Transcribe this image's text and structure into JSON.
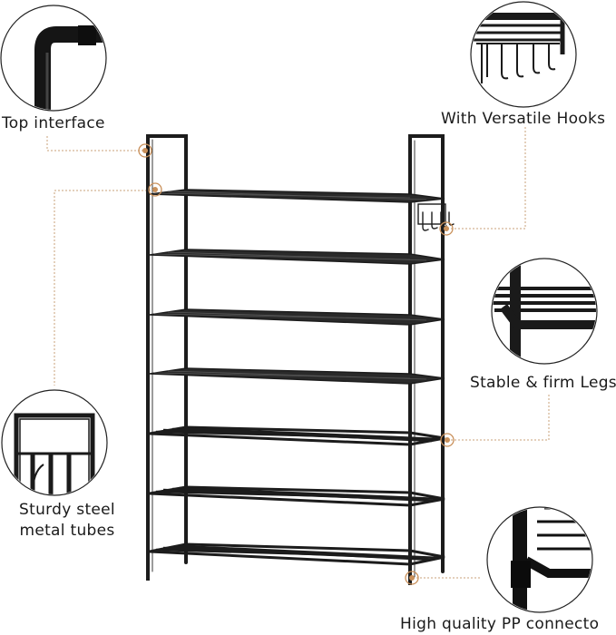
{
  "labels": {
    "top_interface": "Top interface",
    "hooks": "With Versatile Hooks",
    "legs": "Stable & firm Legs",
    "tubes": "Sturdy steel\nmetal tubes",
    "connector": "High quality PP connecto"
  },
  "colors": {
    "frame": "#1c1c1c",
    "callout_dot": "#c9905a",
    "leader_line": "#c9a27a",
    "circle_outline": "#222222"
  },
  "shelf_count": 7,
  "icons": [
    "top-interface-detail",
    "hooks-detail",
    "legs-detail",
    "tubes-detail",
    "connector-detail"
  ]
}
